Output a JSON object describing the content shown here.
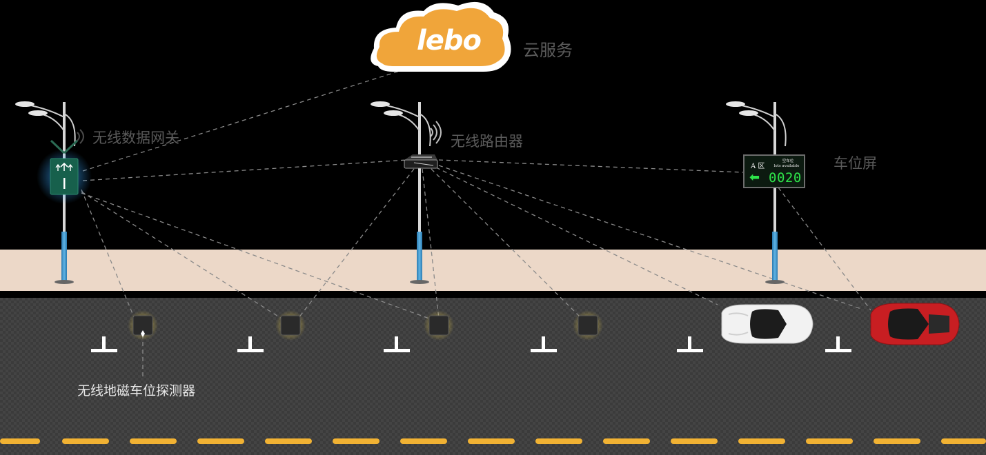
{
  "cloud": {
    "logo_text": "lebo",
    "label": "云服务"
  },
  "labels": {
    "gateway": "无线数据网关",
    "router": "无线路由器",
    "screen": "车位屏",
    "detector": "无线地磁车位探测器"
  },
  "sign": {
    "zone": "A 区",
    "available_cn": "空车位",
    "available_en": "lots available",
    "count": "0020",
    "arrow": "⬅"
  },
  "colors": {
    "background": "#000000",
    "sidewalk": "#ecd8c8",
    "road": "#3a3a3a",
    "lane_marking": "#f1b233",
    "cloud": "#f0a53a",
    "sign_digits": "#2ee34a"
  }
}
